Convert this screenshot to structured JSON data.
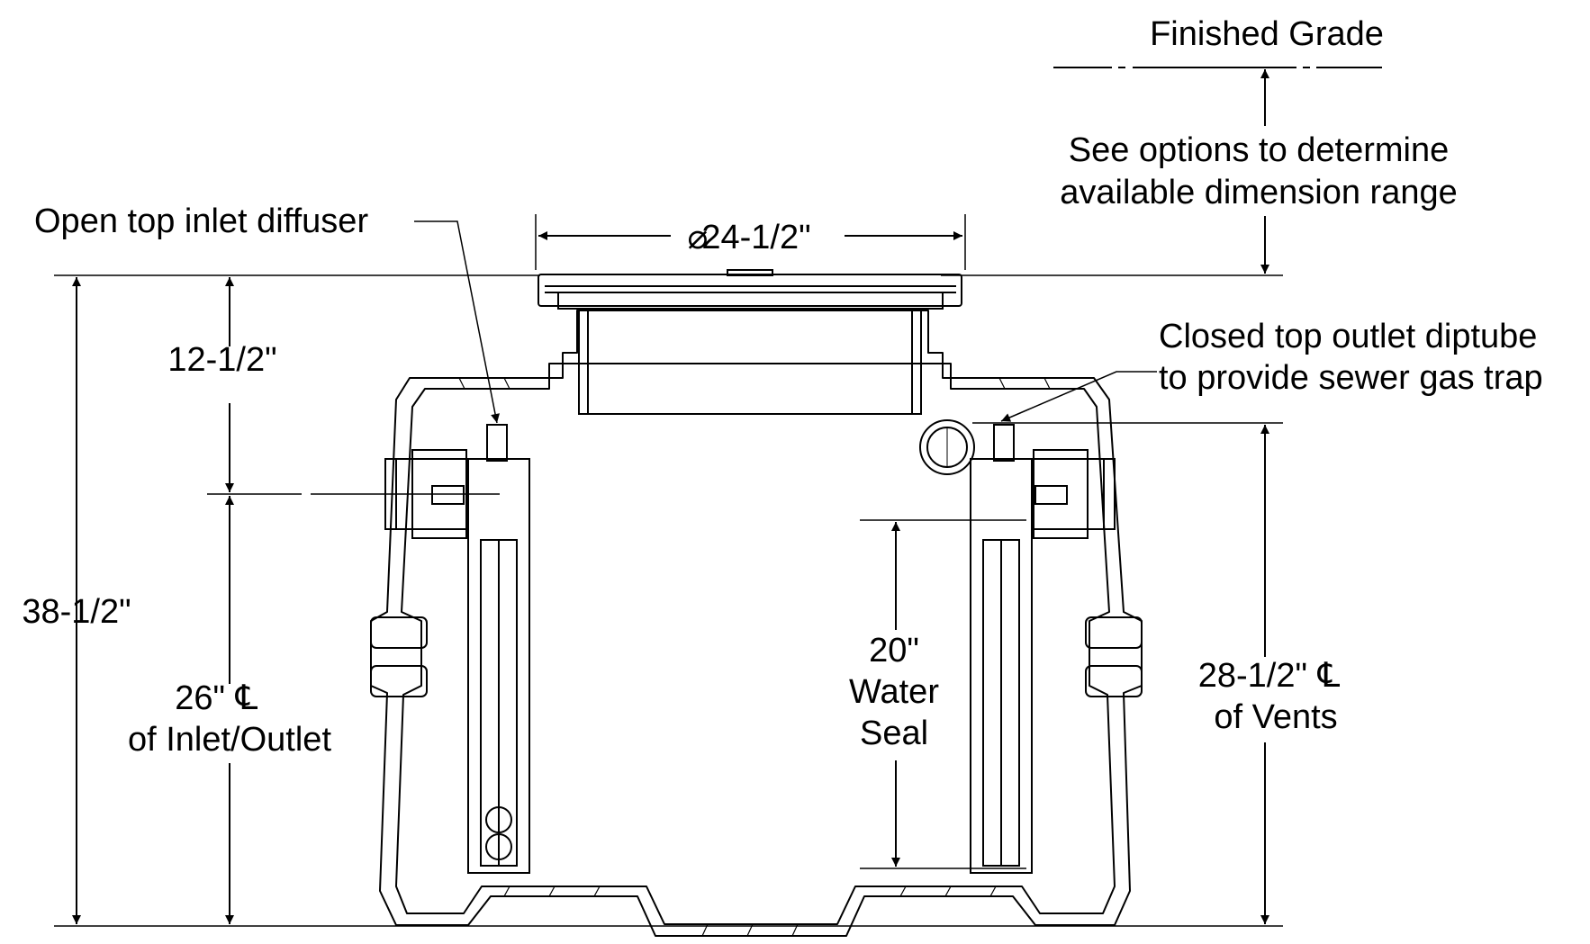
{
  "labels": {
    "finished_grade": "Finished Grade",
    "see_options_1": "See options to determine",
    "see_options_2": "available dimension range",
    "inlet_diffuser": "Open top inlet diffuser",
    "diameter_symbol": "⌀",
    "diameter": "24-1/2\"",
    "outlet_diptube_1": "Closed top outlet diptube",
    "outlet_diptube_2": "to provide sewer gas trap",
    "dim_top_to_cl": "12-1/2\"",
    "dim_overall": "38-1/2\"",
    "dim_inlet_outlet_1": "26\"",
    "dim_inlet_outlet_2": "of Inlet/Outlet",
    "dim_water_seal_1": "20\"",
    "dim_water_seal_2": "Water",
    "dim_water_seal_3": "Seal",
    "dim_vents_1": "28-1/2\"",
    "dim_vents_2": "of Vents",
    "centerline_symbol": "℄"
  },
  "colors": {
    "line": "#000000",
    "background": "#ffffff"
  }
}
